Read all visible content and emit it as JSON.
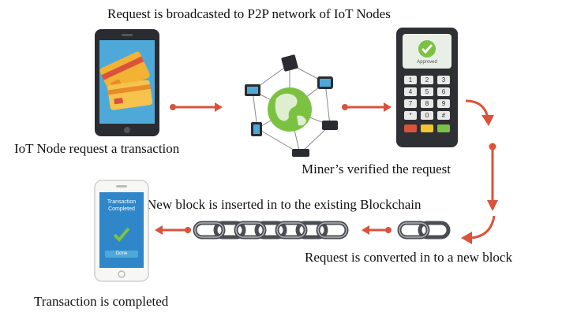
{
  "labels": {
    "top_caption": "Request is broadcasted to P2P network of IoT Nodes",
    "node_request": "IoT Node request a transaction",
    "miners_verified": "Miner’s verified the request",
    "new_block": "New block is inserted in to the existing Blockchain",
    "converted": "Request is converted in to a new block",
    "completed": "Transaction is completed"
  },
  "terminal": {
    "screen_text": "Approved",
    "keys": [
      "1",
      "2",
      "3",
      "4",
      "5",
      "6",
      "7",
      "8",
      "9",
      "*",
      "0",
      "#"
    ]
  },
  "phone_done": {
    "title_line1": "Transaction",
    "title_line2": "Completed",
    "button_text": "Done"
  },
  "colors": {
    "arrow": "#d9533c",
    "card_yellow": "#f2b233",
    "card_red": "#d9533c",
    "globe_green": "#7cc242",
    "screen_blue": "#2f86c8",
    "chain_gray": "#4a4d52"
  },
  "icons": [
    "credit-card-icon",
    "globe-network-icon",
    "payment-terminal-icon",
    "checkmark-icon",
    "chain-link-icon",
    "smartphone-icon"
  ]
}
